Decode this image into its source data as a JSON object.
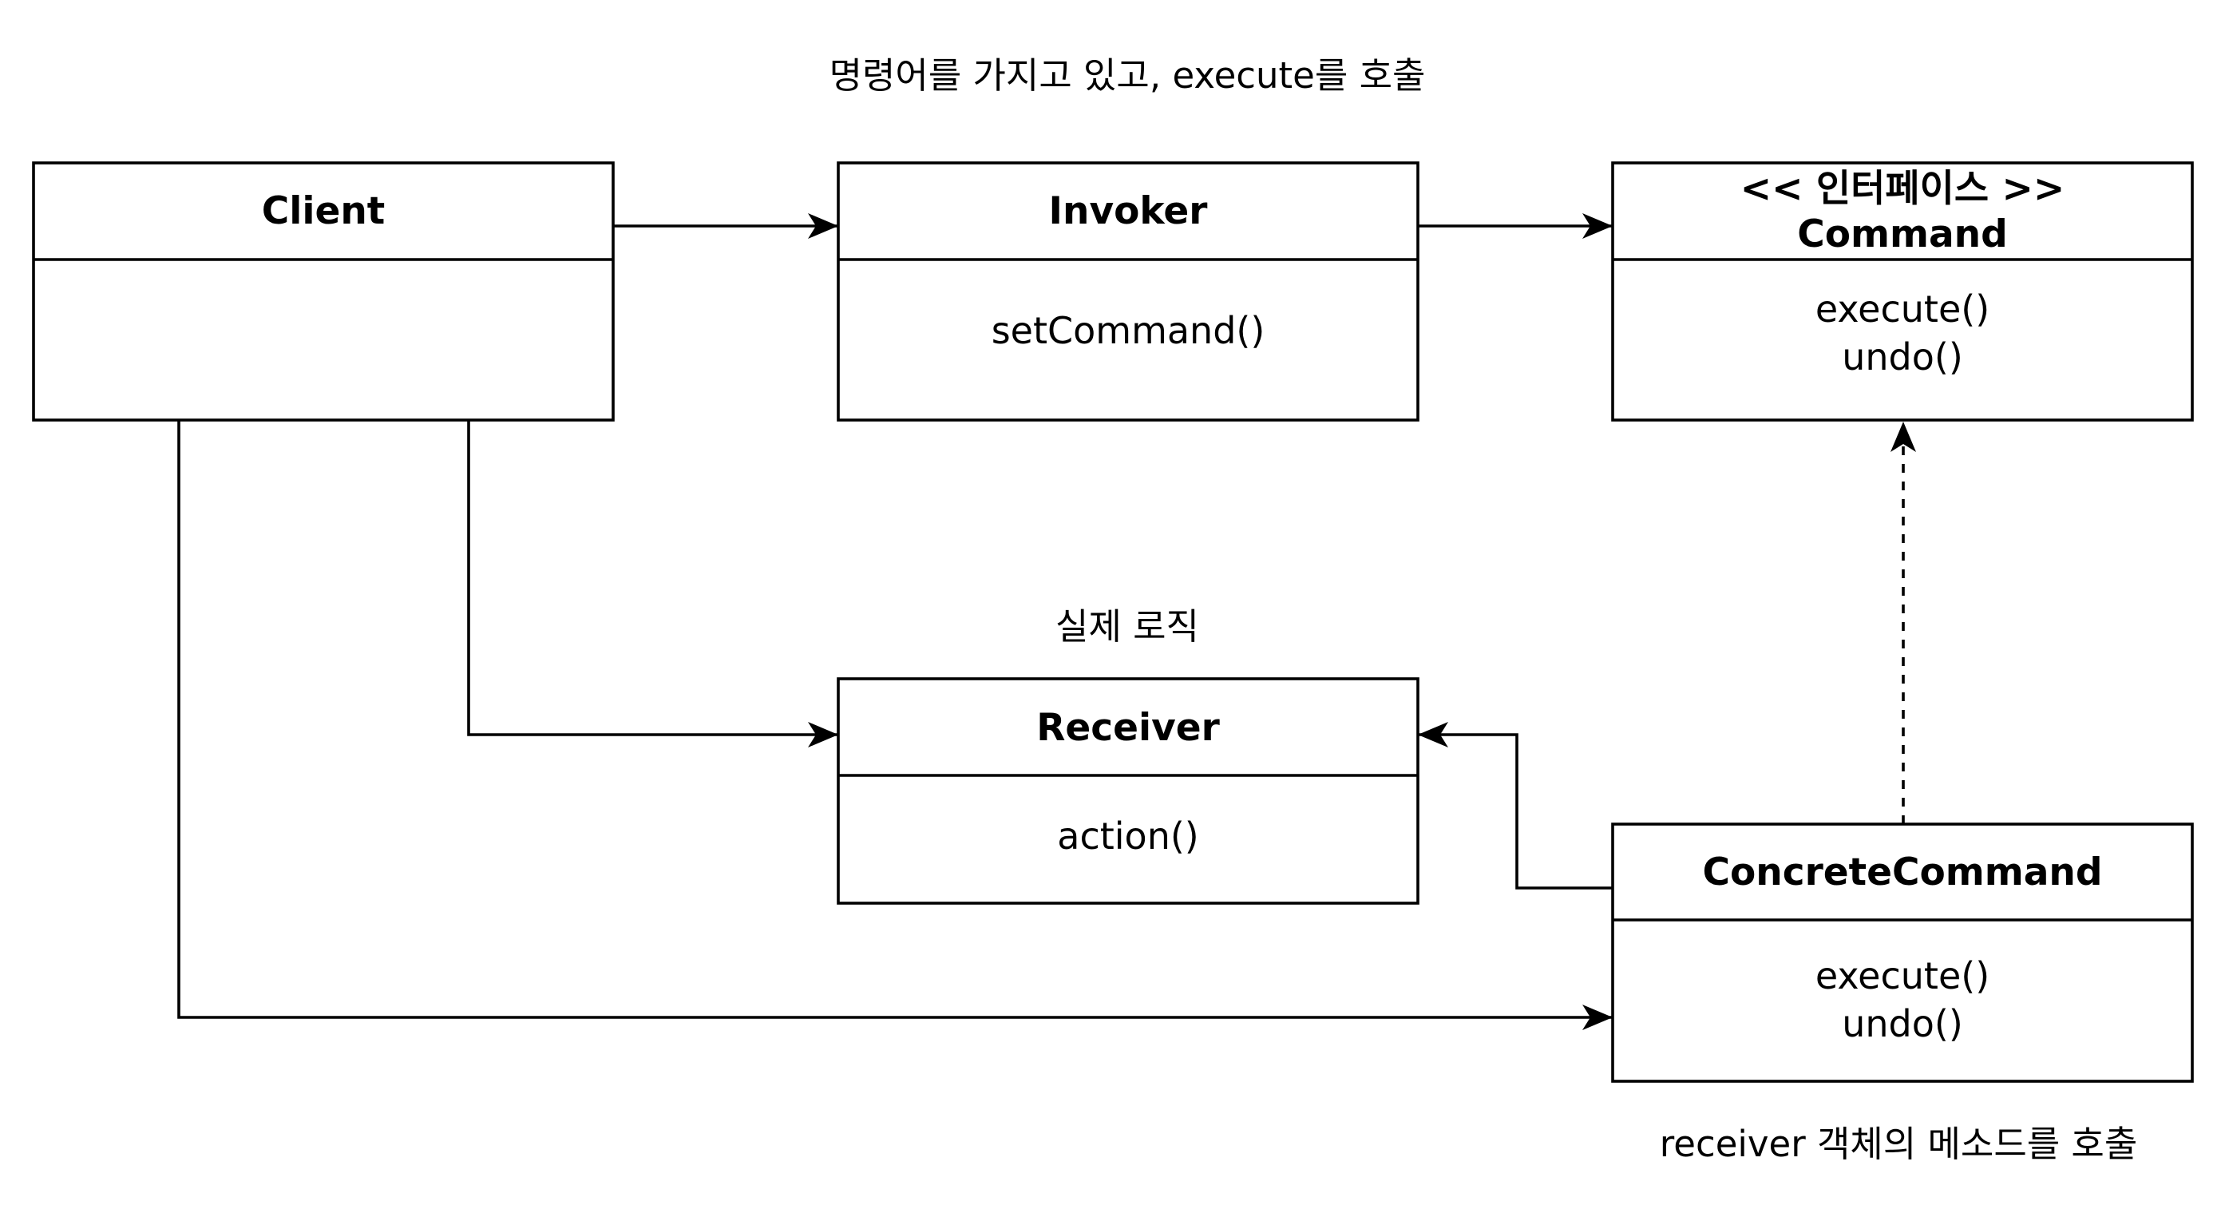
{
  "notes": {
    "invoker_note": "명령어를 가지고 있고, execute를 호출",
    "receiver_note": "실제 로직",
    "concrete_note": "receiver 객체의 메소드를 호출"
  },
  "classes": {
    "client": {
      "title": "Client",
      "methods": []
    },
    "invoker": {
      "title": "Invoker",
      "methods": [
        "setCommand()"
      ]
    },
    "command": {
      "stereotype": "<< 인터페이스 >>",
      "title": "Command",
      "methods": [
        "execute()",
        "undo()"
      ]
    },
    "receiver": {
      "title": "Receiver",
      "methods": [
        "action()"
      ]
    },
    "concrete_command": {
      "title": "ConcreteCommand",
      "methods": [
        "execute()",
        "undo()"
      ]
    }
  }
}
